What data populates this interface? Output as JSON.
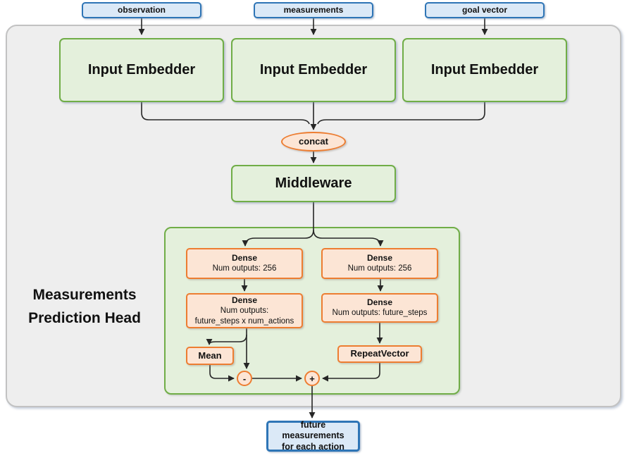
{
  "diagram": {
    "inputs": [
      {
        "label": "observation"
      },
      {
        "label": "measurements"
      },
      {
        "label": "goal vector"
      }
    ],
    "embedders": [
      {
        "label": "Input Embedder"
      },
      {
        "label": "Input Embedder"
      },
      {
        "label": "Input Embedder"
      }
    ],
    "concat": {
      "label": "concat"
    },
    "middleware": {
      "label": "Middleware"
    },
    "head": {
      "title_line1": "Measurements",
      "title_line2": "Prediction Head",
      "left_branch": {
        "dense1": {
          "title": "Dense",
          "subtitle": "Num outputs: 256"
        },
        "dense2": {
          "title": "Dense",
          "subtitle": "Num outputs:",
          "subtitle2": "future_steps x num_actions"
        },
        "mean": {
          "label": "Mean"
        },
        "minus": {
          "label": "-"
        }
      },
      "right_branch": {
        "dense1": {
          "title": "Dense",
          "subtitle": "Num outputs: 256"
        },
        "dense2": {
          "title": "Dense",
          "subtitle": "Num outputs: future_steps"
        },
        "repeat_vector": {
          "label": "RepeatVector"
        },
        "plus": {
          "label": "+"
        }
      }
    },
    "output": {
      "line1": "future measurements",
      "line2": "for each action"
    },
    "colors": {
      "blue_fill": "#dbe9f7",
      "blue_border": "#2e75b6",
      "green_fill": "#e4f0dc",
      "green_border": "#70ad47",
      "orange_fill": "#fce5d5",
      "orange_border": "#ed7d31",
      "gray_fill": "#eeeeee",
      "gray_border": "#c2c2c2",
      "line": "#262626"
    }
  }
}
